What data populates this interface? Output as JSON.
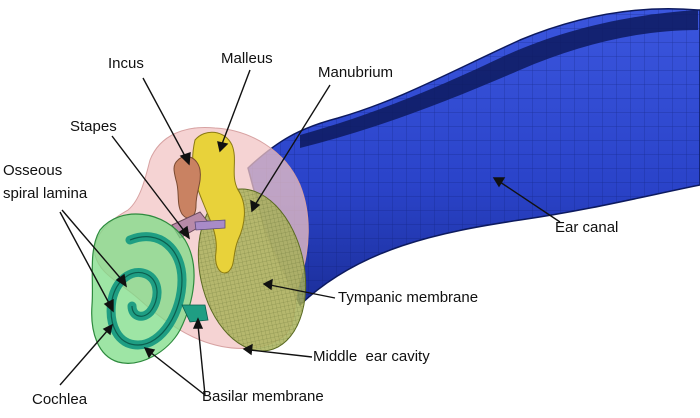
{
  "labels": {
    "incus": "Incus",
    "malleus": "Malleus",
    "manubrium": "Manubrium",
    "stapes": "Stapes",
    "osseous_line1": "Osseous",
    "osseous_line2": "spiral lamina",
    "ear_canal": "Ear canal",
    "tympanic_membrane": "Tympanic membrane",
    "middle_ear_cavity": "Middle  ear cavity",
    "cochlea": "Cochlea",
    "basilar_membrane": "Basilar membrane"
  },
  "colors": {
    "ear_canal": "#2a43c9",
    "ear_canal_dark": "#0d1a5e",
    "cavity": "#f1c4c4",
    "eardrum": "#a9b15a",
    "malleus": "#e8d23a",
    "incus": "#c98262",
    "cochlea": "#7ddc87",
    "lamina": "#1f9e83"
  }
}
